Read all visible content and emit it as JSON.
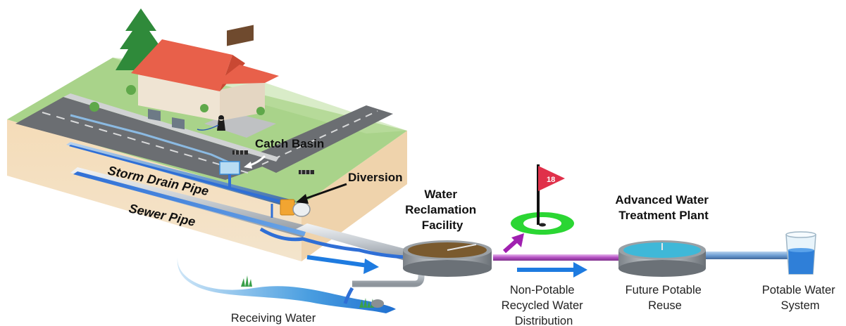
{
  "labels": {
    "catch_basin": "Catch Basin",
    "diversion": "Diversion",
    "storm_drain_pipe": "Storm  Drain Pipe",
    "sewer_pipe": "Sewer Pipe",
    "water_reclamation_facility": [
      "Water",
      "Reclamation",
      "Facility"
    ],
    "advanced_water_treatment_plant": [
      "Advanced Water",
      "Treatment Plant"
    ],
    "receiving_water": "Receiving Water",
    "non_potable_recycled_water_distribution": [
      "Non-Potable",
      "Recycled Water",
      "Distribution"
    ],
    "future_potable_reuse": [
      "Future Potable",
      "Reuse"
    ],
    "potable_water_system": [
      "Potable Water",
      "System"
    ],
    "golf_flag_number": "18"
  },
  "colors": {
    "storm_water": "#2f6fd6",
    "flow_arrow": "#1e7be0",
    "recycled_pipe": "#b34fc2",
    "roof": "#e8604a",
    "grass": "#a9d38a",
    "golf_green": "#2bd633",
    "flag": "#e0304a",
    "diversion_valve": "#f2a531"
  }
}
